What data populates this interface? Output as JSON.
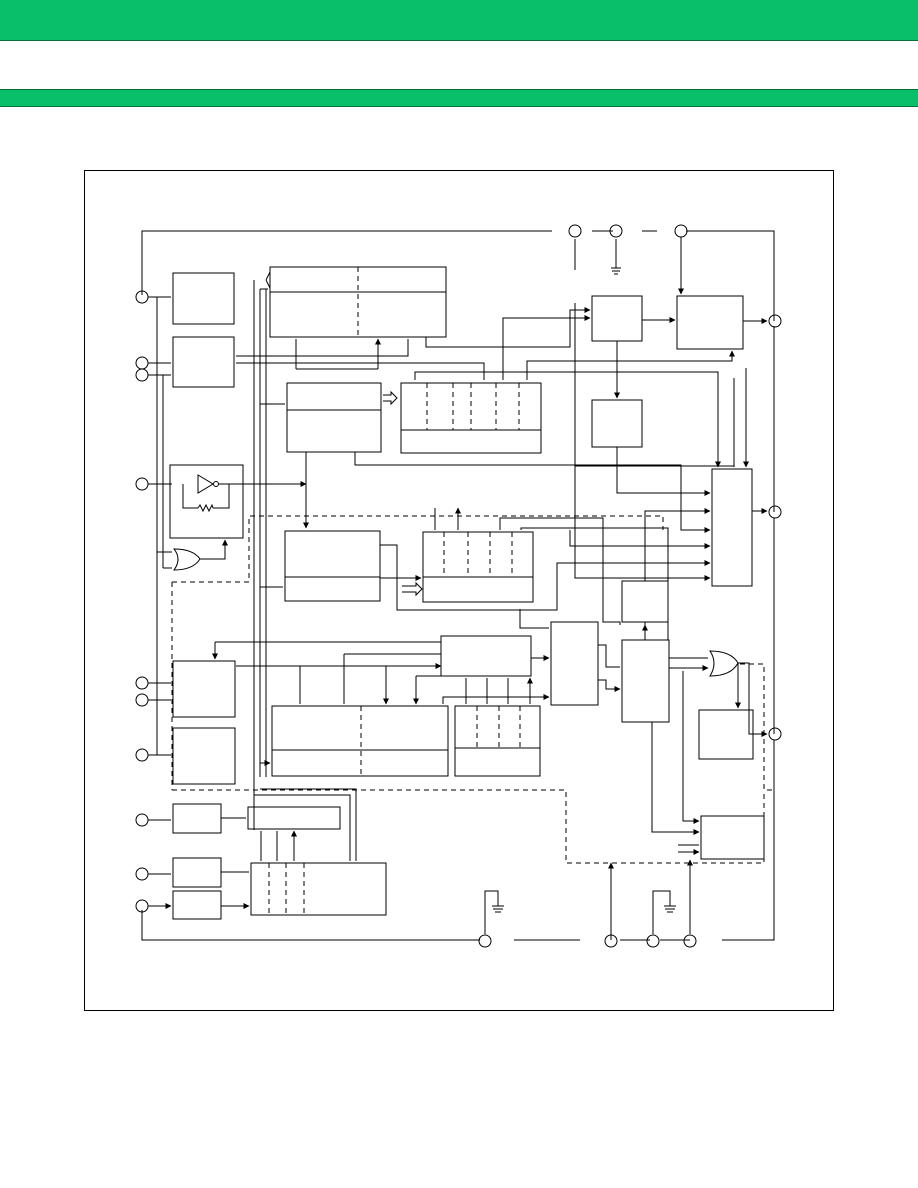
{
  "colors": {
    "band": "#0ABF69",
    "ink": "#000000",
    "paper": "#FFFFFF"
  },
  "diagram": {
    "type": "block-diagram",
    "text_labels": [],
    "symbols": [
      "or-gate",
      "inverter",
      "resistor",
      "ground",
      "external-pin",
      "bus-arrow"
    ]
  }
}
